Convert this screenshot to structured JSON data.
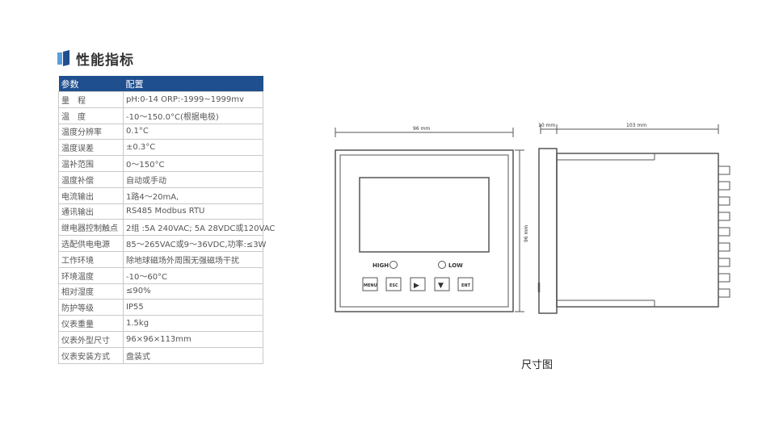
{
  "section_title": "性能指标",
  "table": {
    "headers": [
      "参数",
      "配置"
    ],
    "rows": [
      {
        "param": "量　程",
        "config": "pH:0-14 ORP:-1999~1999mv"
      },
      {
        "param": "温　度",
        "config": "-10～150.0°C(根据电极)"
      },
      {
        "param": "温度分辨率",
        "config": "0.1°C"
      },
      {
        "param": "温度误差",
        "config": "±0.3°C"
      },
      {
        "param": "温补范围",
        "config": "0～150°C"
      },
      {
        "param": "温度补偿",
        "config": "自动或手动"
      },
      {
        "param": "电流输出",
        "config": "1路4～20mA,"
      },
      {
        "param": "通讯输出",
        "config": "RS485 Modbus RTU"
      },
      {
        "param": "继电器控制触点",
        "config": "2组 :5A 240VAC; 5A 28VDC或120VAC"
      },
      {
        "param": "选配供电电源",
        "config": "85～265VAC或9～36VDC,功率:≤3W"
      },
      {
        "param": "工作环境",
        "config": "除地球磁场外周围无强磁场干扰"
      },
      {
        "param": "环境温度",
        "config": "-10～60°C"
      },
      {
        "param": "相对湿度",
        "config": "≤90%"
      },
      {
        "param": "防护等级",
        "config": "IP55"
      },
      {
        "param": "仪表重量",
        "config": "1.5kg"
      },
      {
        "param": "仪表外型尺寸",
        "config": "96×96×113mm"
      },
      {
        "param": "仪表安装方式",
        "config": "盘装式"
      }
    ]
  },
  "drawing": {
    "dim_width_front": "96 mm",
    "dim_height": "96 mm",
    "dim_bezel": "10 mm",
    "dim_depth": "103 mm",
    "label_high": "HIGH",
    "label_low": "LOW",
    "buttons": [
      "MENU",
      "ESC",
      "▶",
      "▼",
      "ENT"
    ]
  },
  "caption": "尺寸图",
  "colors": {
    "header_bg": "#1f4f8f",
    "icon_light": "#5aa0d8",
    "icon_dark": "#1f4f8f"
  }
}
